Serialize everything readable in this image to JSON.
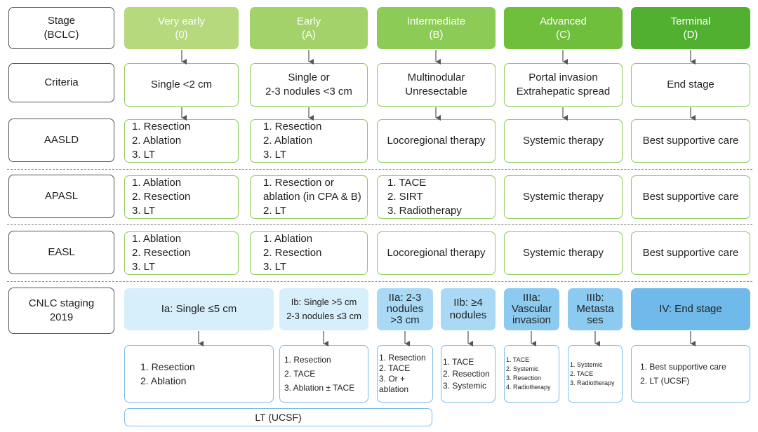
{
  "rows": {
    "stage": [
      "Stage",
      "(BCLC)"
    ],
    "criteria": [
      "Criteria"
    ],
    "aasld": [
      "AASLD"
    ],
    "apasl": [
      "APASL"
    ],
    "easl": [
      "EASL"
    ],
    "cnlc": [
      "CNLC staging",
      "2019"
    ]
  },
  "stages": [
    {
      "name": "Very early",
      "code": "(0)"
    },
    {
      "name": "Early",
      "code": "(A)"
    },
    {
      "name": "Intermediate",
      "code": "(B)"
    },
    {
      "name": "Advanced",
      "code": "(C)"
    },
    {
      "name": "Terminal",
      "code": "(D)"
    }
  ],
  "criteria": [
    [
      "Single <2 cm"
    ],
    [
      "Single or",
      "2-3 nodules <3 cm"
    ],
    [
      "Multinodular",
      "Unresectable"
    ],
    [
      "Portal invasion",
      "Extrahepatic spread"
    ],
    [
      "End stage"
    ]
  ],
  "aasld": [
    [
      "1. Resection",
      "2. Ablation",
      "3. LT"
    ],
    [
      "1. Resection",
      "2. Ablation",
      "3. LT"
    ],
    [
      "Locoregional therapy"
    ],
    [
      "Systemic therapy"
    ],
    [
      "Best supportive care"
    ]
  ],
  "apasl": [
    [
      "1. Ablation",
      "2. Resection",
      "3. LT"
    ],
    [
      "1. Resection or",
      "ablation (in CPA & B)",
      "2. LT"
    ],
    [
      "1. TACE",
      "2. SIRT",
      "3. Radiotherapy"
    ],
    [
      "Systemic therapy"
    ],
    [
      "Best supportive care"
    ]
  ],
  "easl": [
    [
      "1. Ablation",
      "2. Resection",
      "3. LT"
    ],
    [
      "1. Ablation",
      "2. Resection",
      "3. LT"
    ],
    [
      "Locoregional therapy"
    ],
    [
      "Systemic therapy"
    ],
    [
      "Best supportive care"
    ]
  ],
  "cnlc_stages": [
    [
      "Ia: Single ≤5 cm"
    ],
    [
      "Ib: Single >5 cm",
      "2-3 nodules ≤3 cm"
    ],
    [
      "IIa: 2-3",
      "nodules",
      ">3 cm"
    ],
    [
      "IIb: ≥4",
      "nodules"
    ],
    [
      "IIIa:",
      "Vascular",
      "invasion"
    ],
    [
      "IIIb:",
      "Metasta",
      "ses"
    ],
    [
      "IV: End stage"
    ]
  ],
  "cnlc_treatments": [
    [
      "1. Resection",
      "2. Ablation"
    ],
    [
      "1. Resection",
      "2. TACE",
      "3. Ablation ± TACE"
    ],
    [
      "1. Resection",
      "2. TACE",
      "3. Or +",
      "ablation"
    ],
    [
      "1. TACE",
      "2. Resection",
      "3. Systemic"
    ],
    [
      "1. TACE",
      "2. Systemic",
      "3. Resection",
      "4. Radiotherapy"
    ],
    [
      "1. Systemic",
      "2. TACE",
      "3. Radiotherapy"
    ],
    [
      "1. Best supportive care",
      "2. LT (UCSF)"
    ]
  ],
  "cnlc_footer": "LT (UCSF)",
  "colors": {
    "stage_headers": [
      "#b5d97c",
      "#a3d26a",
      "#8ccb55",
      "#6fbf3c",
      "#52b030"
    ],
    "green_border": "#8fca5a",
    "cnlc_stage_fills": [
      "#d7eefb",
      "#d7eefb",
      "#a9d9f5",
      "#a9d9f5",
      "#8ccaf0",
      "#8ccaf0",
      "#6fbaea"
    ],
    "blue_border": "#7dbde6"
  }
}
